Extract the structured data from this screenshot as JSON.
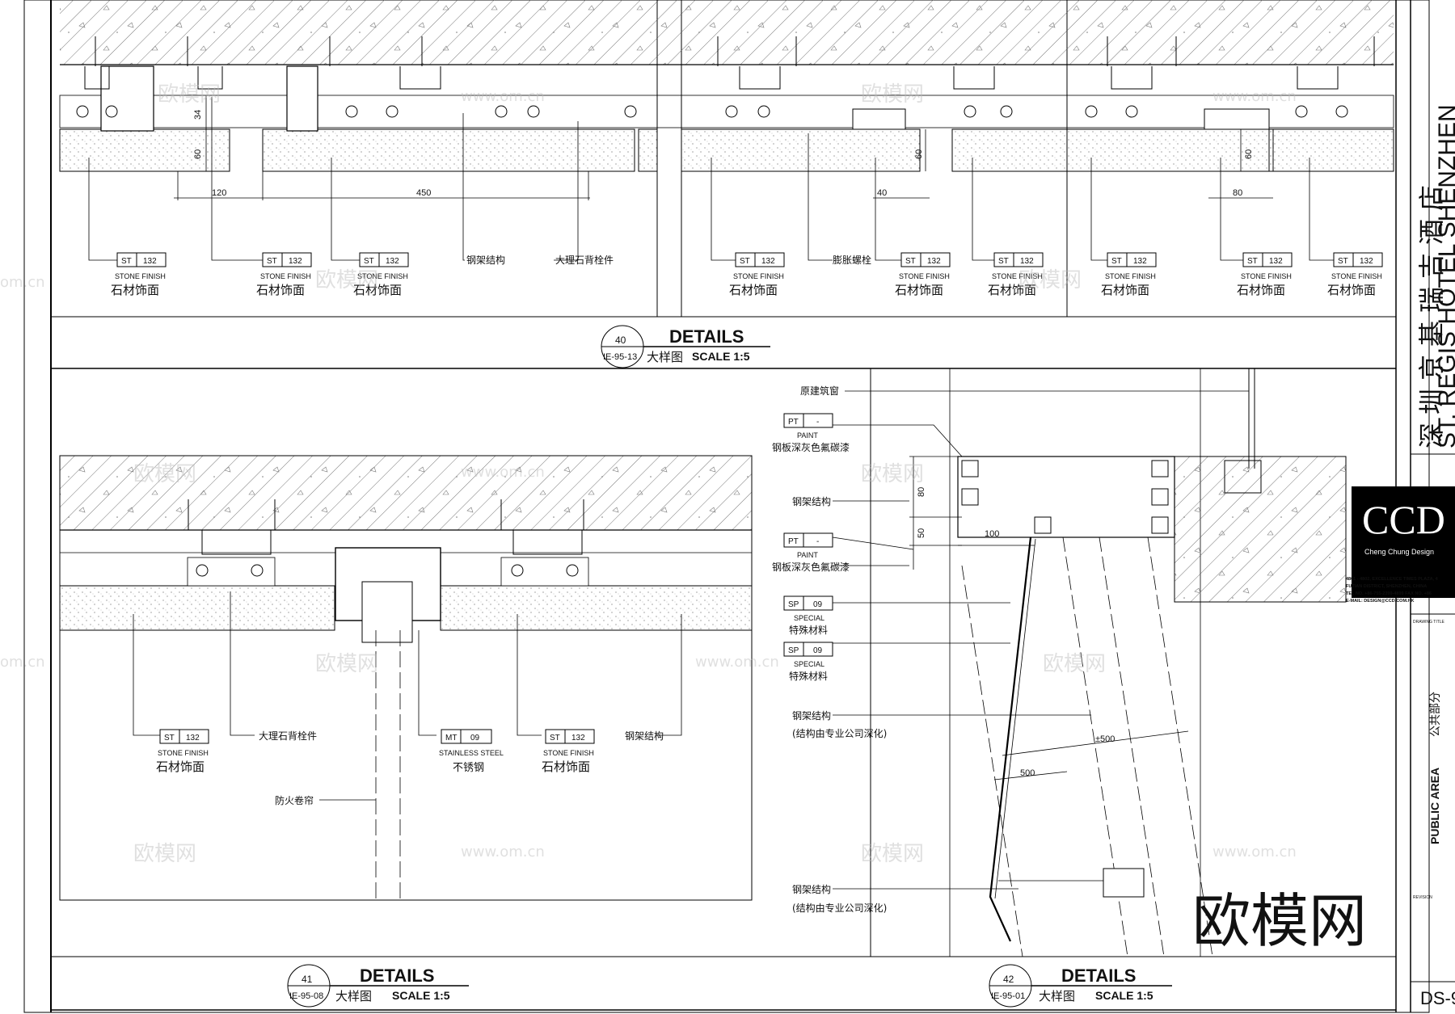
{
  "project": {
    "name_cn": "深圳京基瑞吉酒店",
    "name_en": "ST. REGIS HOTEL SHENZHEN"
  },
  "firm": {
    "logo": "CCD",
    "tagline": "Cheng Chung Design",
    "address_lines": [
      "4801 - 4802, EXCELLENCE TIMES PLAZA, 4",
      "FUTIAN DISTRICT, SHENZHEN, CHINA",
      "TEL NO. +86-755-2399-4899   FAX NO. +86",
      "E-MAIL: DESIGN@CCD.COM.HK"
    ]
  },
  "title_block": {
    "drawing_title_label": "DRAWING TITLE",
    "area_en": "PUBLIC AREA",
    "area_cn": "公共部分",
    "revision_label": "REVISION",
    "drawing_no": "DS-9"
  },
  "watermarks": [
    "欧模网",
    "www.om.cn",
    "om.cn"
  ],
  "big_watermark": "欧模网",
  "details": [
    {
      "number": "40",
      "ref": "IE-95-13",
      "title_en": "DETAILS",
      "title_cn": "大样图",
      "scale": "SCALE  1:5"
    },
    {
      "number": "41",
      "ref": "IE-95-08",
      "title_en": "DETAILS",
      "title_cn": "大样图",
      "scale": "SCALE  1:5"
    },
    {
      "number": "42",
      "ref": "IE-95-01",
      "title_en": "DETAILS",
      "title_cn": "大样图",
      "scale": "SCALE  1:5"
    }
  ],
  "top_dims": [
    "34",
    "60",
    "120",
    "450",
    "60",
    "40",
    "60",
    "80"
  ],
  "top_tags": [
    {
      "code": "ST",
      "num": "132",
      "en": "STONE FINISH",
      "cn": "石材饰面"
    },
    {
      "code": "ST",
      "num": "132",
      "en": "STONE FINISH",
      "cn": "石材饰面"
    },
    {
      "code": "ST",
      "num": "132",
      "en": "STONE FINISH",
      "cn": "石材饰面"
    },
    {
      "code": "ST",
      "num": "132",
      "en": "STONE FINISH",
      "cn": "石材饰面"
    },
    {
      "code": "ST",
      "num": "132",
      "en": "STONE FINISH",
      "cn": "石材饰面"
    },
    {
      "code": "ST",
      "num": "132",
      "en": "STONE FINISH",
      "cn": "石材饰面"
    },
    {
      "code": "ST",
      "num": "132",
      "en": "STONE FINISH",
      "cn": "石材饰面"
    },
    {
      "code": "ST",
      "num": "132",
      "en": "STONE FINISH",
      "cn": "石材饰面"
    },
    {
      "code": "ST",
      "num": "132",
      "en": "STONE FINISH",
      "cn": "石材饰面"
    }
  ],
  "top_notes": [
    "钢架结构",
    "大理石背栓件",
    "膨胀螺栓"
  ],
  "d41": {
    "tags": [
      {
        "code": "ST",
        "num": "132",
        "en": "STONE FINISH",
        "cn": "石材饰面"
      },
      {
        "code": "MT",
        "num": "09",
        "en": "STAINLESS STEEL",
        "cn": "不锈钢"
      },
      {
        "code": "ST",
        "num": "132",
        "en": "STONE FINISH",
        "cn": "石材饰面"
      }
    ],
    "notes": [
      "大理石背栓件",
      "钢架结构",
      "防火卷帘"
    ]
  },
  "d42": {
    "notes": [
      "原建筑窗",
      "钢架结构",
      "钢架结构",
      "(结构由专业公司深化)",
      "钢架结构",
      "(结构由专业公司深化)"
    ],
    "tags": [
      {
        "code": "PT",
        "num": "-",
        "en": "PAINT",
        "cn": "钢板深灰色氟碳漆"
      },
      {
        "code": "PT",
        "num": "-",
        "en": "PAINT",
        "cn": "钢板深灰色氟碳漆"
      },
      {
        "code": "SP",
        "num": "09",
        "en": "SPECIAL",
        "cn": "特殊材料"
      },
      {
        "code": "SP",
        "num": "09",
        "en": "SPECIAL",
        "cn": "特殊材料"
      }
    ],
    "dims": [
      "80",
      "50",
      "100",
      "±500",
      "500"
    ]
  }
}
